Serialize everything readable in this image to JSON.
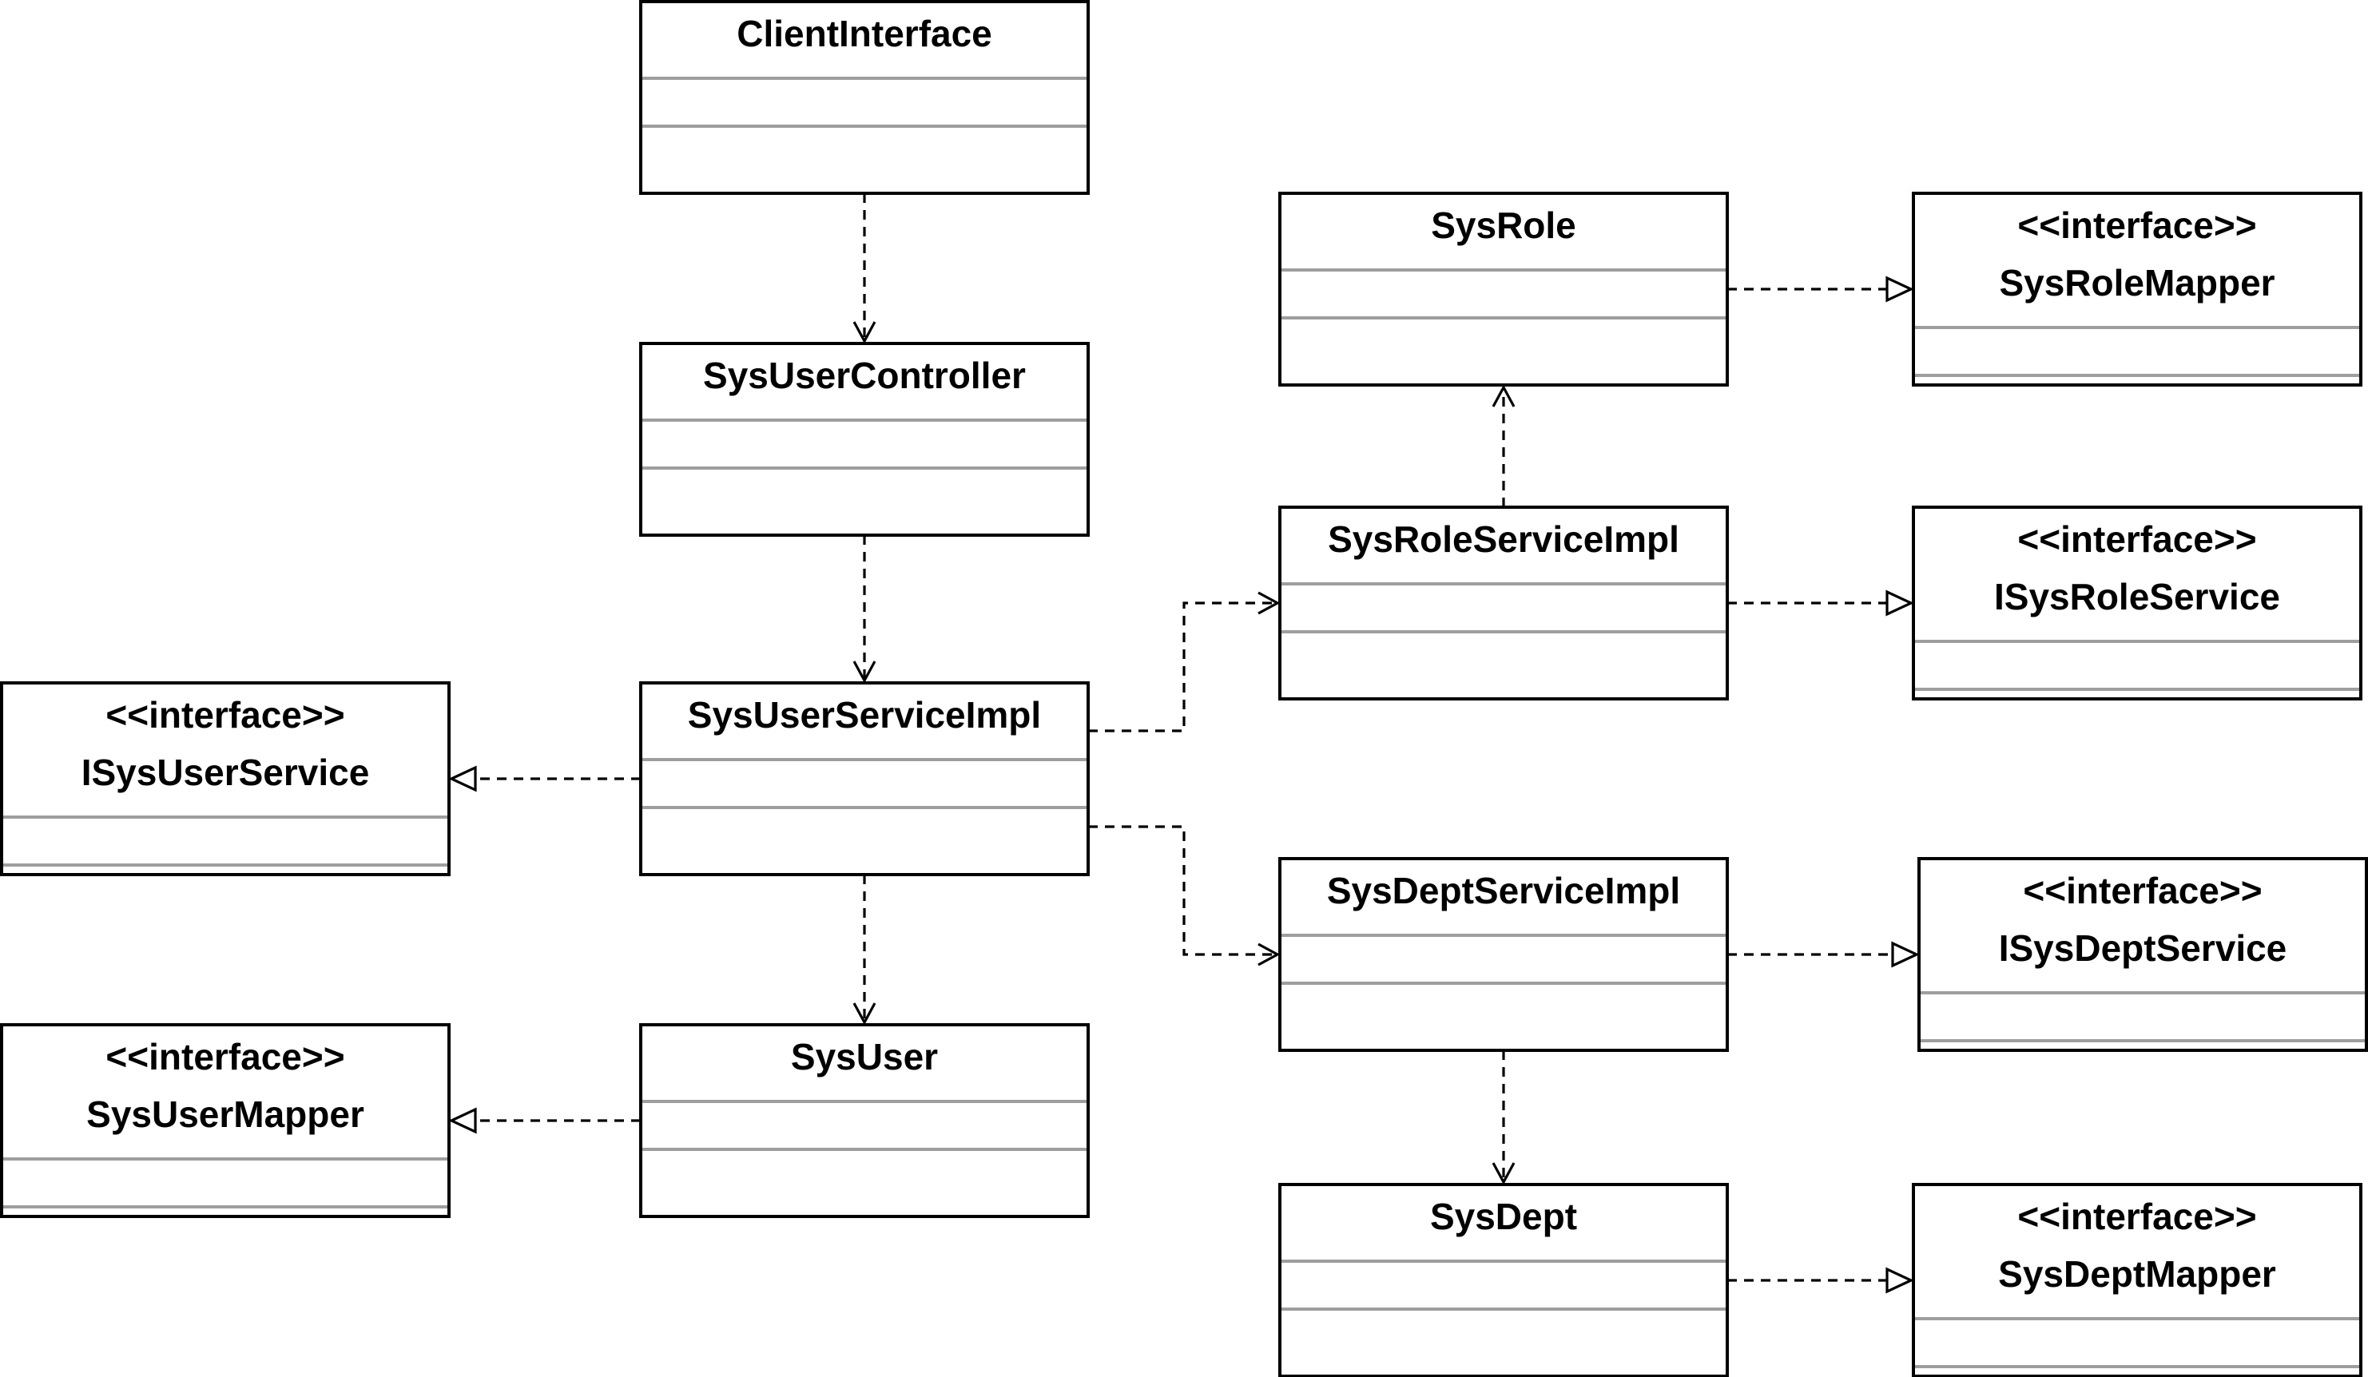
{
  "diagram": {
    "classes": [
      {
        "id": "client",
        "name": "ClientInterface",
        "stereotype": ""
      },
      {
        "id": "controller",
        "name": "SysUserController",
        "stereotype": ""
      },
      {
        "id": "userimpl",
        "name": "SysUserServiceImpl",
        "stereotype": ""
      },
      {
        "id": "isysuser",
        "name": "ISysUserService",
        "stereotype": "<<interface>>"
      },
      {
        "id": "sysuser",
        "name": "SysUser",
        "stereotype": ""
      },
      {
        "id": "usermapper",
        "name": "SysUserMapper",
        "stereotype": "<<interface>>"
      },
      {
        "id": "sysrole",
        "name": "SysRole",
        "stereotype": ""
      },
      {
        "id": "rolemapper",
        "name": "SysRoleMapper",
        "stereotype": "<<interface>>"
      },
      {
        "id": "roleimpl",
        "name": "SysRoleServiceImpl",
        "stereotype": ""
      },
      {
        "id": "isysrole",
        "name": "ISysRoleService",
        "stereotype": "<<interface>>"
      },
      {
        "id": "deptimpl",
        "name": "SysDeptServiceImpl",
        "stereotype": ""
      },
      {
        "id": "isysdept",
        "name": "ISysDeptService",
        "stereotype": "<<interface>>"
      },
      {
        "id": "sysdept",
        "name": "SysDept",
        "stereotype": ""
      },
      {
        "id": "deptmapper",
        "name": "SysDeptMapper",
        "stereotype": "<<interface>>"
      }
    ],
    "relations": [
      {
        "from": "client",
        "to": "controller",
        "kind": "dependency"
      },
      {
        "from": "controller",
        "to": "userimpl",
        "kind": "dependency"
      },
      {
        "from": "userimpl",
        "to": "isysuser",
        "kind": "realization"
      },
      {
        "from": "userimpl",
        "to": "sysuser",
        "kind": "dependency"
      },
      {
        "from": "sysuser",
        "to": "usermapper",
        "kind": "realization"
      },
      {
        "from": "userimpl",
        "to": "roleimpl",
        "kind": "dependency"
      },
      {
        "from": "userimpl",
        "to": "deptimpl",
        "kind": "dependency"
      },
      {
        "from": "roleimpl",
        "to": "sysrole",
        "kind": "dependency"
      },
      {
        "from": "sysrole",
        "to": "rolemapper",
        "kind": "realization"
      },
      {
        "from": "roleimpl",
        "to": "isysrole",
        "kind": "realization"
      },
      {
        "from": "deptimpl",
        "to": "isysdept",
        "kind": "realization"
      },
      {
        "from": "deptimpl",
        "to": "sysdept",
        "kind": "dependency"
      },
      {
        "from": "sysdept",
        "to": "deptmapper",
        "kind": "realization"
      }
    ]
  }
}
